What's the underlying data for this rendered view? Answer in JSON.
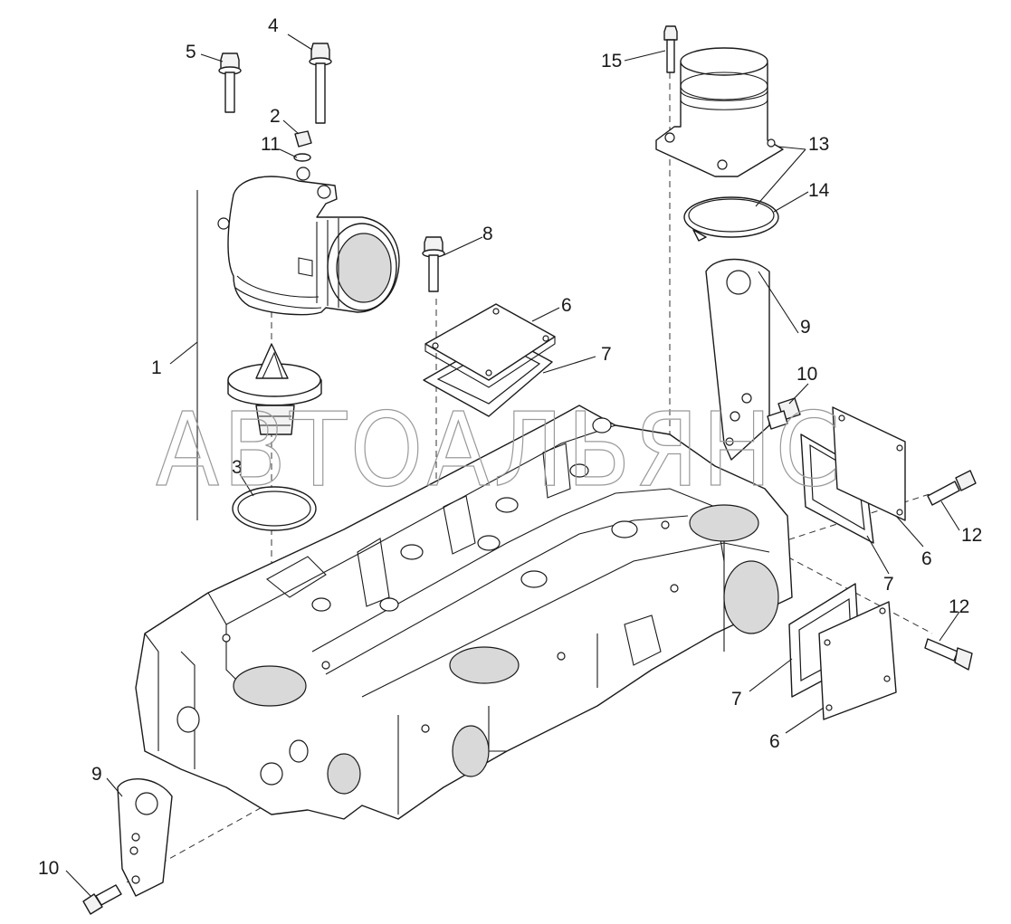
{
  "watermark": "АВТОАЛЬЯНС",
  "callouts": {
    "c1": "1",
    "c2": "2",
    "c3": "3",
    "c4": "4",
    "c5": "5",
    "c6a": "6",
    "c6b": "6",
    "c6c": "6",
    "c7a": "7",
    "c7b": "7",
    "c7c": "7",
    "c8": "8",
    "c9a": "9",
    "c9b": "9",
    "c10a": "10",
    "c10b": "10",
    "c11": "11",
    "c12a": "12",
    "c12b": "12",
    "c13": "13",
    "c14": "14",
    "c15": "15"
  },
  "colors": {
    "line": "#1a1a1a",
    "fill": "#ffffff",
    "shade": "#f2f2f2",
    "watermark": "#9a9a9a"
  }
}
